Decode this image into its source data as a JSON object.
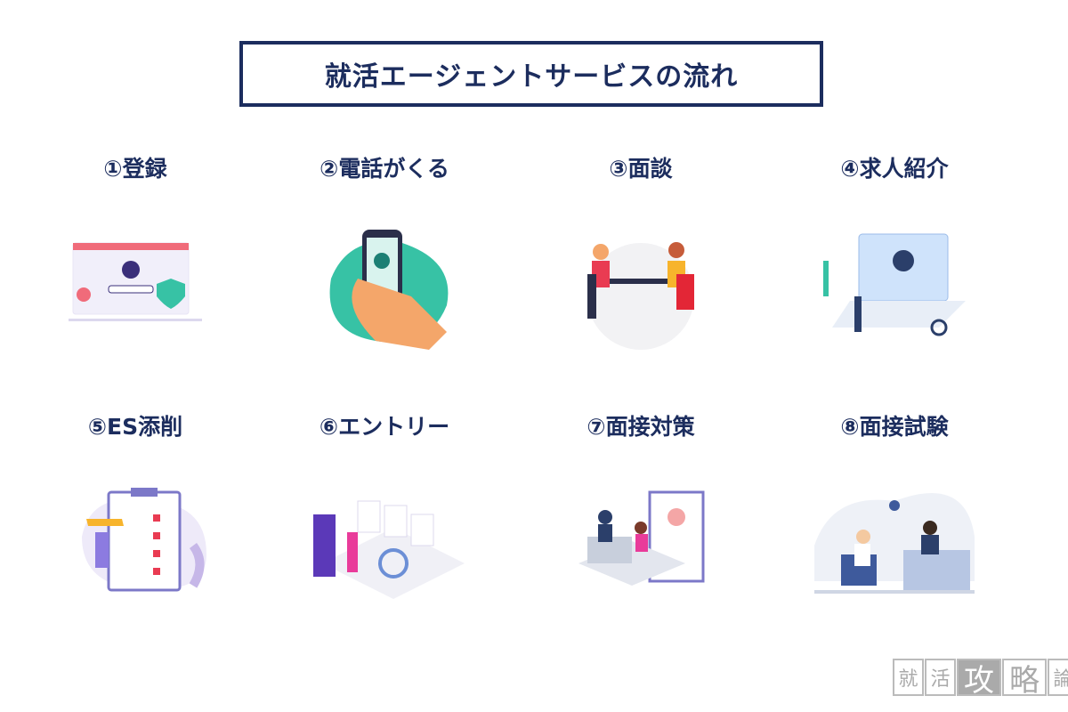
{
  "title": "就活エージェントサービスの流れ",
  "steps": [
    {
      "label": "①登録",
      "illustration": "registration-illustration"
    },
    {
      "label": "②電話がくる",
      "illustration": "phone-call-illustration"
    },
    {
      "label": "③面談",
      "illustration": "interview-meeting-illustration"
    },
    {
      "label": "④求人紹介",
      "illustration": "job-introduction-illustration"
    },
    {
      "label": "⑤ES添削",
      "illustration": "es-correction-illustration"
    },
    {
      "label": "⑥エントリー",
      "illustration": "entry-illustration"
    },
    {
      "label": "⑦面接対策",
      "illustration": "interview-prep-illustration"
    },
    {
      "label": "⑧面接試験",
      "illustration": "interview-exam-illustration"
    }
  ],
  "logo": {
    "chars": [
      "就",
      "活",
      "攻",
      "略",
      "論"
    ]
  },
  "colors": {
    "primary": "#1c2d5e",
    "logo": "#aaaaaa"
  }
}
